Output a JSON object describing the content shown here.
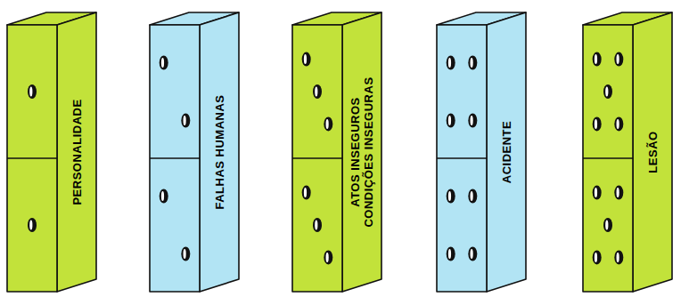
{
  "diagram": {
    "nodes": [
      {
        "text": [
          "PERSONALIDADE"
        ]
      },
      {
        "text": [
          "FALHAS HUMANAS"
        ]
      },
      {
        "text": [
          "ATOS INSEGUROS CONDIÇÕES INSEGURAS"
        ]
      },
      {
        "text": [
          "ACIDENTE"
        ]
      },
      {
        "text": [
          "LESÃO"
        ]
      }
    ]
  }
}
